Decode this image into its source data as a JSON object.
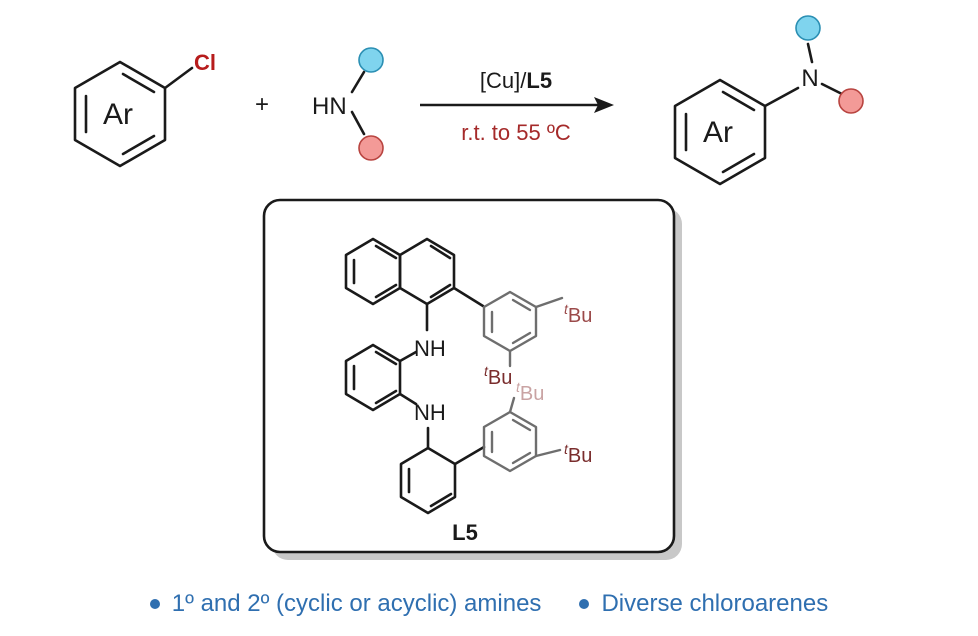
{
  "reaction": {
    "cl_label": "Cl",
    "ar_label": "Ar",
    "plus": "+",
    "amine_label": "HN",
    "arrow_top_prefix": "[Cu]/",
    "arrow_top_ligand": "L5",
    "arrow_bottom": "r.t. to 55 ºC",
    "product_n": "N",
    "product_ar": "Ar"
  },
  "ligand": {
    "name": "L5",
    "nh_top": "NH",
    "nh_bottom": "NH",
    "tbu_superscript": "t",
    "tbu_text": "Bu"
  },
  "colors": {
    "cl_red": "#b71c1c",
    "blue_circle": "#7fd4ee",
    "red_circle": "#f39a97",
    "condition_red": "#a52a2a",
    "tbu_brown": "#9b4a4a",
    "tbu_faded": "#c9a3a3",
    "bullet_blue": "#2f6fb0"
  },
  "bullets": [
    "1º and 2º (cyclic or acyclic) amines",
    "Diverse chloroarenes"
  ]
}
